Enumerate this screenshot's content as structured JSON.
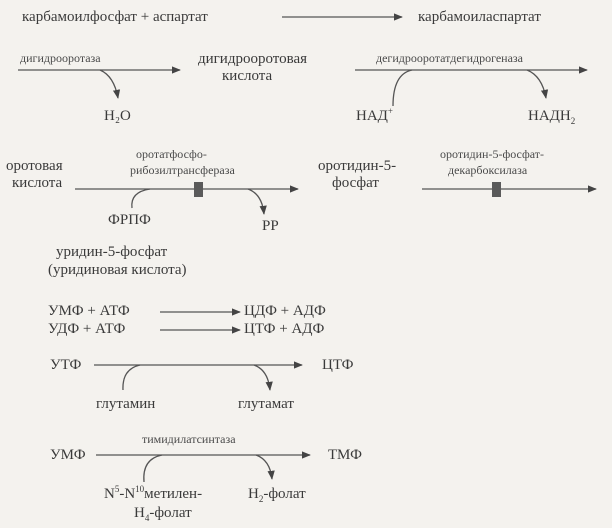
{
  "row1": {
    "substrate_left": "карбамоилфосфат + аспартат",
    "product": "карбамоиласпартат"
  },
  "row2": {
    "enzyme1": "дигидрооротаза",
    "byproduct1": "H₂O",
    "intermediate_line1": "дигидрооротовая",
    "intermediate_line2": "кислота",
    "enzyme2": "дегидрооротатдегидрогеназа",
    "cofactor_in_base": "НАД",
    "cofactor_in_sup": "+",
    "cofactor_out_base": "НАДН",
    "cofactor_out_sub": "2"
  },
  "row3": {
    "orotic_line1": "оротовая",
    "orotic_line2": "кислота",
    "enzyme3_line1": "оротатфосфо-",
    "enzyme3_line2": "рибозилтрансфераза",
    "prpp": "ФРПФ",
    "pp": "PP",
    "omp_line1": "оротидин-5-",
    "omp_line2": "фосфат",
    "enzyme4_line1": "оротидин-5-фосфат-",
    "enzyme4_line2": "декарбоксилаза"
  },
  "row4": {
    "ump_line1": "уридин-5-фосфат",
    "ump_line2": "(уридиновая кислота)"
  },
  "row5": {
    "left1": "УМФ + АТФ",
    "right1": "ЦДФ + АДФ",
    "left2": "УДФ + АТФ",
    "right2": "ЦТФ + АДФ"
  },
  "row6": {
    "utp": "УТФ",
    "ctp": "ЦТФ",
    "gln": "глутамин",
    "glu": "глутамат"
  },
  "row7": {
    "ump": "УМФ",
    "enzyme": "тимидилатсинтаза",
    "tmp": "ТМФ",
    "mthf_n": "N",
    "mthf_sup1": "5",
    "mthf_mid": "-N",
    "mthf_sup2": "10",
    "mthf_tail": "метилен-",
    "mthf_line2_base": "H",
    "mthf_line2_sub": "4",
    "mthf_line2_tail": "-фолат",
    "dhf_base": "H",
    "dhf_sub": "2",
    "dhf_tail": "-фолат"
  }
}
